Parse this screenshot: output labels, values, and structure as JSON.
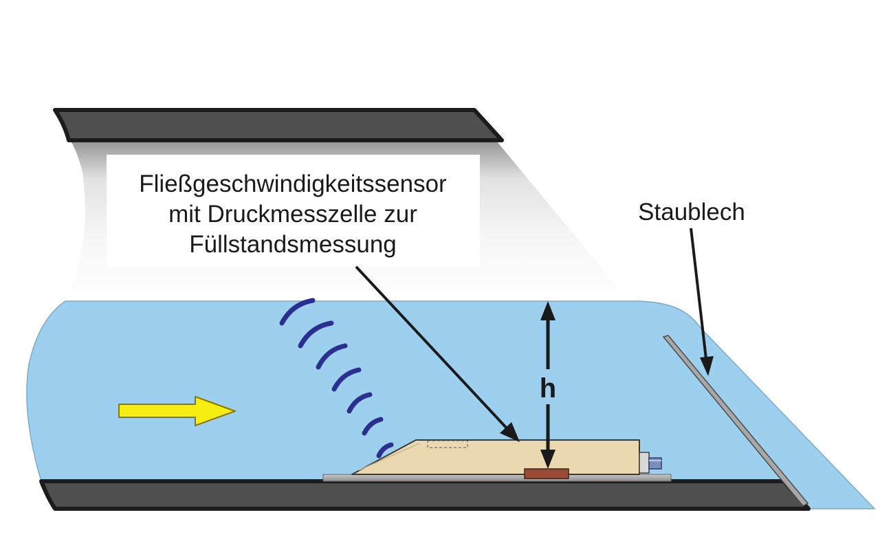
{
  "diagram": {
    "sensor_label": {
      "line1": "Fließgeschwindigkeitssensor",
      "line2": "mit Druckmesszelle zur",
      "line3": "Füllstandsmessung"
    },
    "plate_label": "Staublech",
    "level_label": "h",
    "colors": {
      "water": "#9dcfee",
      "pipe_wall": "#4f4f4f",
      "pipe_outline": "#1c1c1c",
      "sensor_body": "#ead9b0",
      "pressure_cell": "#9a4a35",
      "flow_arrow": "#f5ee10",
      "waves": "#2b2f8f",
      "plate": "#a8a8a8"
    },
    "icons": [
      "flow-direction-arrow",
      "ultrasonic-wave-icon",
      "sensor-connector-icon"
    ]
  }
}
